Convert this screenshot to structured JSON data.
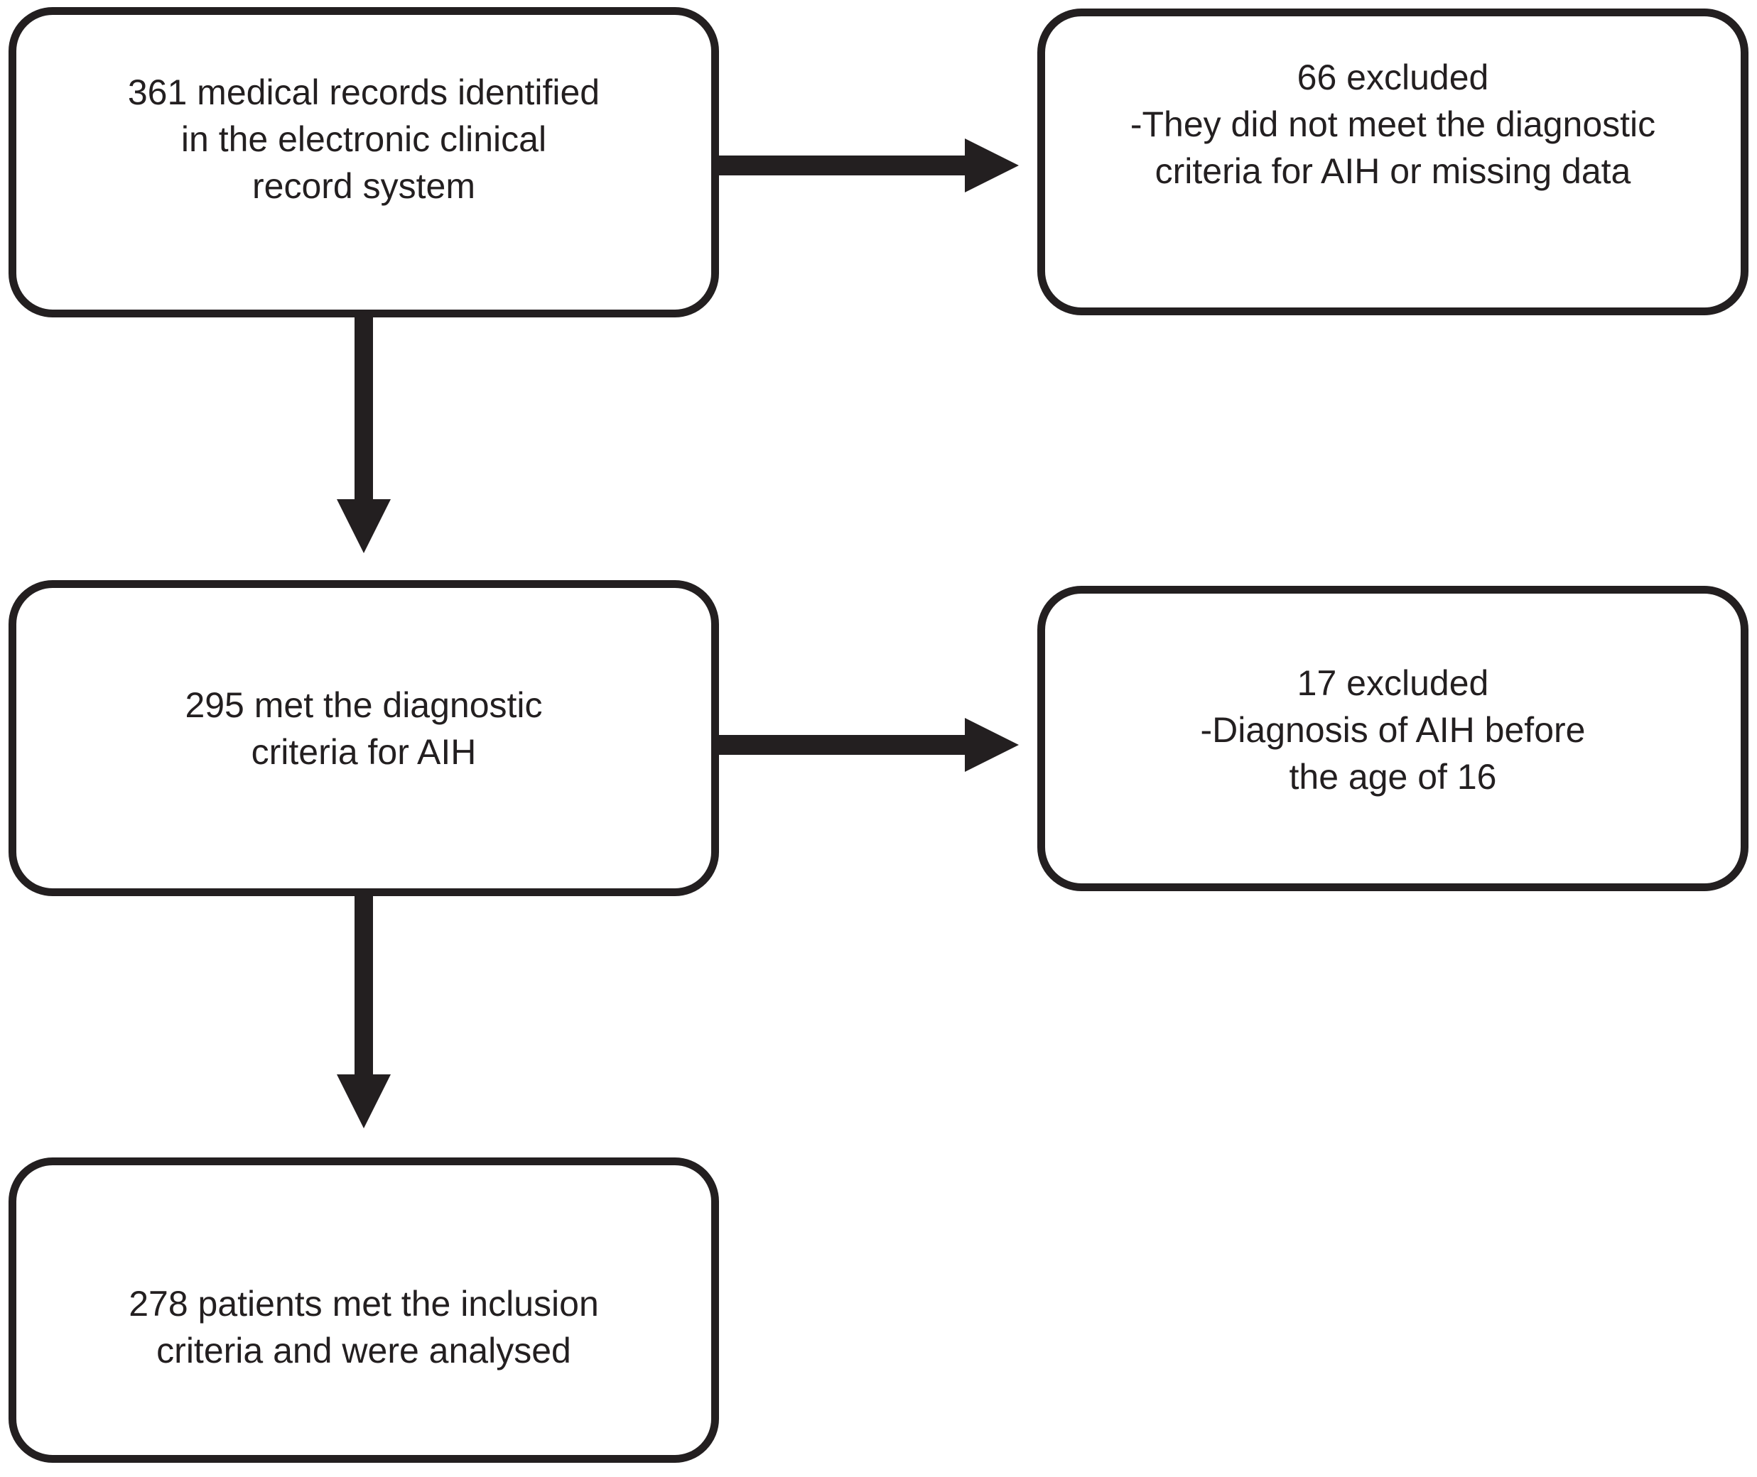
{
  "figure": {
    "type": "flowchart",
    "background_color": "#ffffff",
    "ink_color": "#231f20"
  },
  "boxes": [
    {
      "id": "records-identified",
      "lines": [
        "361 medical records identified",
        "in the electronic clinical",
        "record system"
      ]
    },
    {
      "id": "excluded-66",
      "lines": [
        "66 excluded",
        "-They did not meet the diagnostic",
        "criteria for AIH or missing data"
      ]
    },
    {
      "id": "met-diagnostic-criteria",
      "lines": [
        "295 met the diagnostic",
        "criteria for AIH"
      ]
    },
    {
      "id": "excluded-17",
      "lines": [
        "17 excluded",
        "-Diagnosis of AIH before",
        "the age of 16"
      ]
    },
    {
      "id": "patients-analysed",
      "lines": [
        "278 patients met the inclusion",
        "criteria and were analysed"
      ]
    }
  ],
  "arrows": [
    {
      "from": "records-identified",
      "to": "excluded-66",
      "direction": "right"
    },
    {
      "from": "records-identified",
      "to": "met-diagnostic-criteria",
      "direction": "down"
    },
    {
      "from": "met-diagnostic-criteria",
      "to": "excluded-17",
      "direction": "right"
    },
    {
      "from": "met-diagnostic-criteria",
      "to": "patients-analysed",
      "direction": "down"
    }
  ]
}
